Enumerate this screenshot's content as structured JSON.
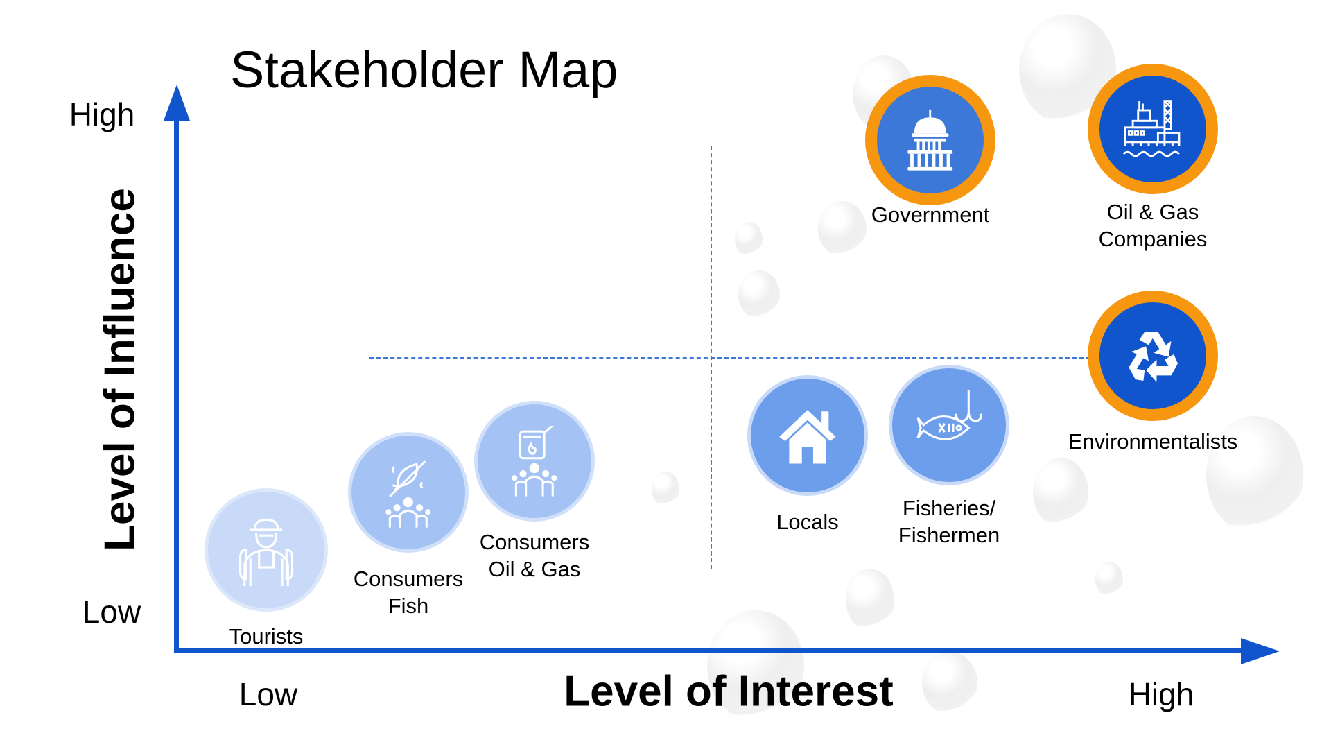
{
  "title": "Stakeholder Map",
  "y_axis": {
    "title": "Level of Influence",
    "high": "High",
    "low": "Low"
  },
  "x_axis": {
    "title": "Level of Interest",
    "low": "Low",
    "high": "High"
  },
  "colors": {
    "axis": "#1155CC",
    "accent_ring": "#F7970F",
    "dashed": "#3C78D8"
  },
  "stakeholders": [
    {
      "id": "government",
      "lines": [
        "Government"
      ],
      "icon": "capitol-icon",
      "fill": "#3C78D8",
      "ring": "#F7970F"
    },
    {
      "id": "oil-gas-companies",
      "lines": [
        "Oil & Gas",
        "Companies"
      ],
      "icon": "oil-rig-ship-icon",
      "fill": "#1155CC",
      "ring": "#F7970F"
    },
    {
      "id": "environmentalists",
      "lines": [
        "Environmentalists"
      ],
      "icon": "recycle-icon",
      "fill": "#1155CC",
      "ring": "#F7970F"
    },
    {
      "id": "locals",
      "lines": [
        "Locals"
      ],
      "icon": "house-icon",
      "fill": "#6D9EEB",
      "ring": "#C9DAF8"
    },
    {
      "id": "fisheries",
      "lines": [
        "Fisheries/",
        "Fishermen"
      ],
      "icon": "fish-hook-icon",
      "fill": "#6D9EEB",
      "ring": "#C9DAF8"
    },
    {
      "id": "consumers-oil-gas",
      "lines": [
        "Consumers",
        "Oil & Gas"
      ],
      "icon": "fuel-can-people-icon",
      "fill": "#A4C2F4",
      "ring": "#D0E0FA"
    },
    {
      "id": "consumers-fish",
      "lines": [
        "Consumers",
        "Fish"
      ],
      "icon": "fish-people-icon",
      "fill": "#A4C2F4",
      "ring": "#D0E0FA"
    },
    {
      "id": "tourists",
      "lines": [
        "Tourists"
      ],
      "icon": "tourist-icon",
      "fill": "#C9DAF8",
      "ring": "#DCE7FA"
    }
  ]
}
